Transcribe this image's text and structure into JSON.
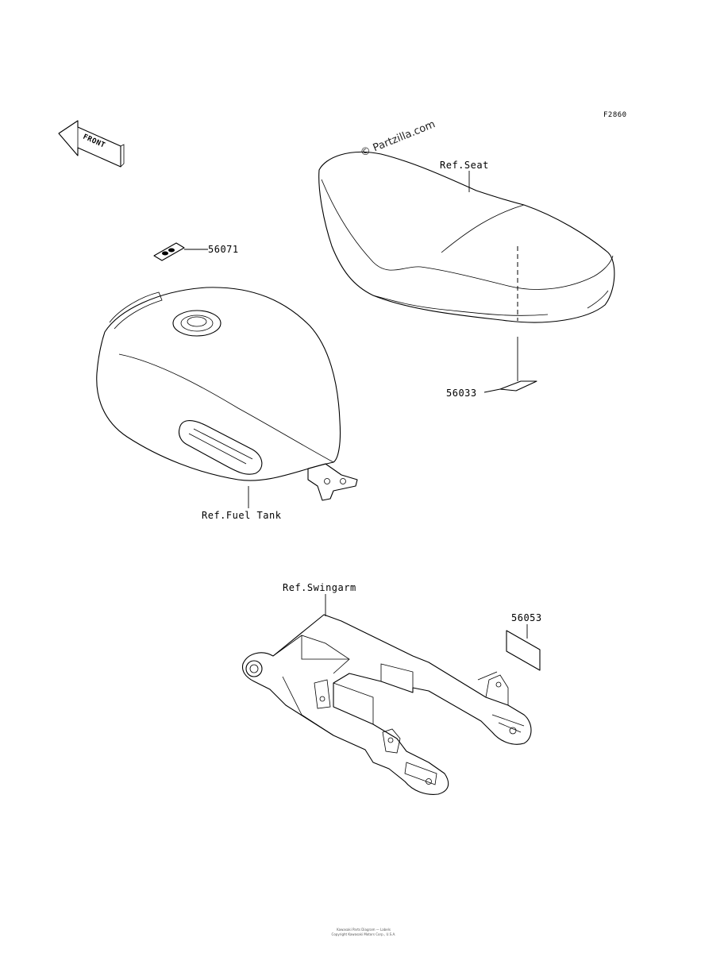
{
  "figure_code": "F2860",
  "watermark": "© Partzilla.com",
  "front_indicator": "FRONT",
  "labels": {
    "seat": "Ref.Seat",
    "fuel_tank": "Ref.Fuel Tank",
    "swingarm": "Ref.Swingarm"
  },
  "parts": [
    {
      "number": "56071"
    },
    {
      "number": "56033"
    },
    {
      "number": "56053"
    }
  ],
  "footer": {
    "line1": "Kawasaki Parts Diagram — Labels",
    "line2": "Copyright Kawasaki Motors Corp., U.S.A."
  }
}
